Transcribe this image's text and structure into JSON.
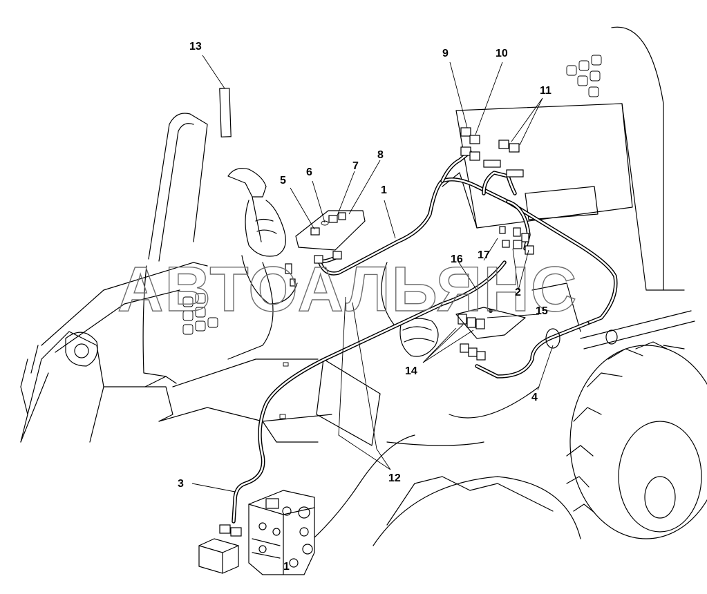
{
  "watermark": "АВТОАЛЬЯНС",
  "callouts": [
    {
      "id": "c1a",
      "text": "1"
    },
    {
      "id": "c1b",
      "text": "1"
    },
    {
      "id": "c2",
      "text": "2"
    },
    {
      "id": "c3",
      "text": "3"
    },
    {
      "id": "c4",
      "text": "4"
    },
    {
      "id": "c5",
      "text": "5"
    },
    {
      "id": "c6",
      "text": "6"
    },
    {
      "id": "c7",
      "text": "7"
    },
    {
      "id": "c8",
      "text": "8"
    },
    {
      "id": "c9",
      "text": "9"
    },
    {
      "id": "c10",
      "text": "10"
    },
    {
      "id": "c11",
      "text": "11"
    },
    {
      "id": "c12",
      "text": "12"
    },
    {
      "id": "c13",
      "text": "13"
    },
    {
      "id": "c14",
      "text": "14"
    },
    {
      "id": "c15",
      "text": "15"
    },
    {
      "id": "c16",
      "text": "16"
    },
    {
      "id": "c17",
      "text": "17"
    }
  ]
}
